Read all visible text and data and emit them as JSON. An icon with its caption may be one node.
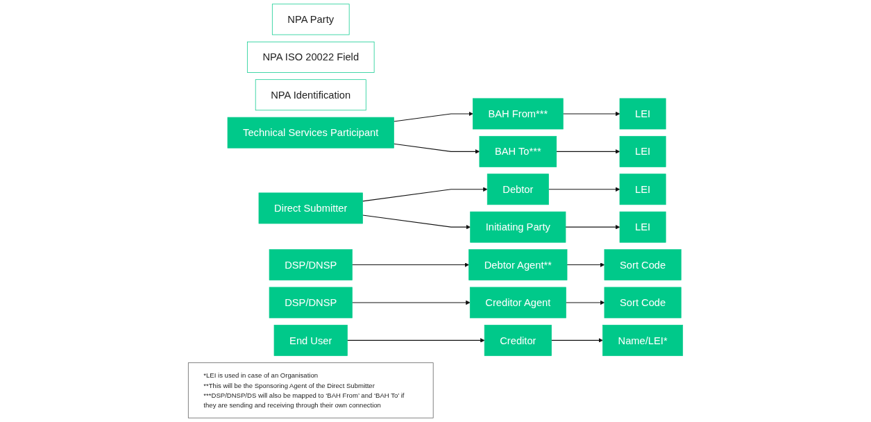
{
  "diagram": {
    "nodes": [
      {
        "text": [
          "NPA Party"
        ]
      },
      {
        "text": [
          "NPA ISO 20022  Field"
        ]
      },
      {
        "text": [
          "NPA Identification"
        ]
      },
      {
        "text": [
          "Technical Services Participant"
        ]
      },
      {
        "text": [
          "BAH From***"
        ]
      },
      {
        "text": [
          "LEI"
        ]
      },
      {
        "text": [
          "BAH To***"
        ]
      },
      {
        "text": [
          "LEI"
        ]
      },
      {
        "text": [
          "Direct Submitter"
        ]
      },
      {
        "text": [
          "Debtor"
        ]
      },
      {
        "text": [
          "LEI"
        ]
      },
      {
        "text": [
          "Initiating Party"
        ]
      },
      {
        "text": [
          "LEI"
        ]
      },
      {
        "text": [
          "DSP/DNSP"
        ]
      },
      {
        "text": [
          "Debtor Agent**"
        ]
      },
      {
        "text": [
          "Sort Code"
        ]
      },
      {
        "text": [
          "DSP/DNSP"
        ]
      },
      {
        "text": [
          "Creditor Agent"
        ]
      },
      {
        "text": [
          "Sort Code"
        ]
      },
      {
        "text": [
          "End User"
        ]
      },
      {
        "text": [
          "Creditor"
        ]
      },
      {
        "text": [
          "Name/LEI*"
        ]
      },
      {
        "text": [
          "*LEI is used in case of an Organisation",
          "**This will be the Sponsoring Agent of the Direct Submitter",
          "***DSP/DNSP/DS will also be mapped to ‘BAH From’ and ‘BAH To’ if they are sending and receiving through their own connection"
        ]
      }
    ],
    "edges": [
      {
        "from": 3,
        "to": 4,
        "arrow": "to"
      },
      {
        "from": 3,
        "to": 6,
        "arrow": "to"
      },
      {
        "from": 4,
        "to": 5,
        "arrow": "to"
      },
      {
        "from": 6,
        "to": 7,
        "arrow": "to"
      },
      {
        "from": 8,
        "to": 9,
        "arrow": "to"
      },
      {
        "from": 8,
        "to": 11,
        "arrow": "to"
      },
      {
        "from": 9,
        "to": 10,
        "arrow": "to"
      },
      {
        "from": 11,
        "to": 12,
        "arrow": "to"
      },
      {
        "from": 13,
        "to": 14,
        "arrow": "to"
      },
      {
        "from": 14,
        "to": 15,
        "arrow": "to"
      },
      {
        "from": 16,
        "to": 17,
        "arrow": "to"
      },
      {
        "from": 17,
        "to": 18,
        "arrow": "to"
      },
      {
        "from": 19,
        "to": 20,
        "arrow": "to"
      },
      {
        "from": 20,
        "to": 21,
        "arrow": "to"
      }
    ]
  }
}
